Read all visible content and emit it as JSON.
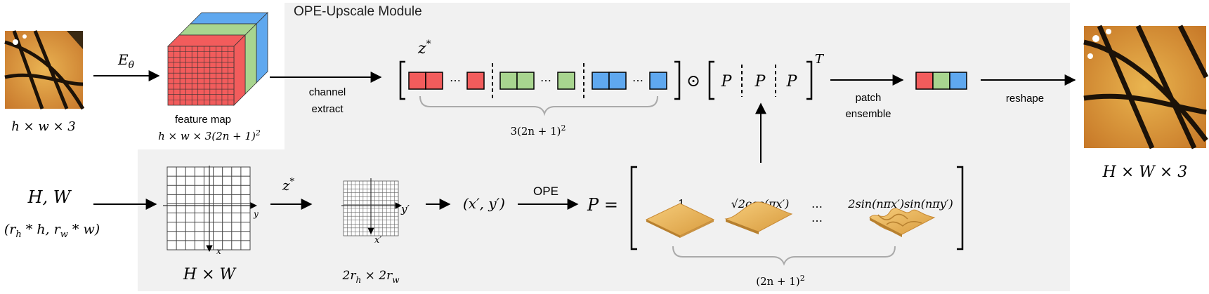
{
  "diagram": {
    "module_title": "OPE-Upscale Module",
    "input": {
      "dims": "h × w × 3",
      "encoder": "E",
      "encoder_sub": "θ"
    },
    "feature_map": {
      "label": "feature map",
      "dims": "h × w × 3(2n + 1)",
      "dims_sup": "2"
    },
    "channel_extract": [
      "channel",
      "extract"
    ],
    "z_star": "z",
    "z_star_sup": "*",
    "dots": "⋯",
    "odot": "⊙",
    "p_vector": [
      "P",
      "P",
      "P"
    ],
    "transpose": "T",
    "brace_z": "3(2n + 1)",
    "brace_z_sup": "2",
    "patch_ensemble": [
      "patch",
      "ensemble"
    ],
    "reshape": "reshape",
    "output_dims": "H × W × 3",
    "query": {
      "line1": "H, W",
      "line2": "(r",
      "line2_h": "h",
      "line2_mid": " * h, r",
      "line2_w": "w",
      "line2_end": " * w)"
    },
    "grid_big_dims": "H × W",
    "grid_big_axis_x": "x",
    "grid_big_axis_y": "y",
    "z_arrow": "z",
    "z_arrow_sup": "*",
    "grid_small_dims_a": "2r",
    "grid_small_dims_h": "h",
    "grid_small_dims_b": " × 2r",
    "grid_small_dims_w": "w",
    "grid_small_axis_x": "x′",
    "grid_small_axis_y": "y′",
    "coords": "(x′, y′)",
    "ope_label": "OPE",
    "p_equals": "P =",
    "basis_labels": [
      "1",
      "√2cos(πx′)",
      "…",
      "2sin(nπx′)sin(nπy′)"
    ],
    "basis_dots": "…",
    "brace_p": "(2n + 1)",
    "brace_p_sup": "2"
  },
  "colors": {
    "red": "#f25c5c",
    "green": "#a8d58f",
    "blue": "#5fa8ef",
    "module_bg": "#f1f1f1",
    "surface": "#e8b45c"
  }
}
